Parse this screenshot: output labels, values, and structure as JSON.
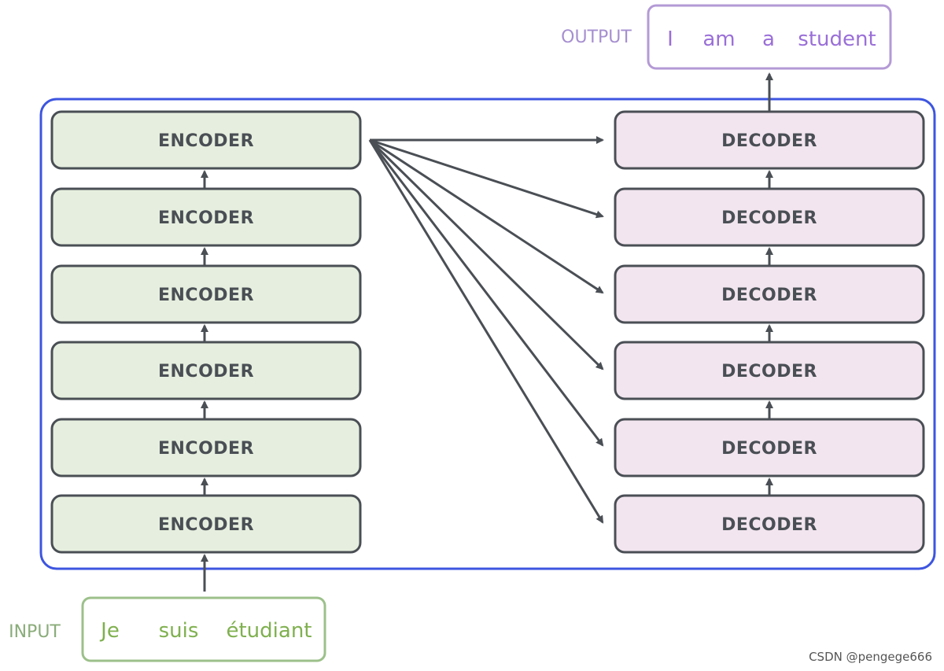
{
  "encoders": [
    "ENCODER",
    "ENCODER",
    "ENCODER",
    "ENCODER",
    "ENCODER",
    "ENCODER"
  ],
  "decoders": [
    "DECODER",
    "DECODER",
    "DECODER",
    "DECODER",
    "DECODER",
    "DECODER"
  ],
  "input": {
    "label": "INPUT",
    "tokens": [
      "Je",
      "suis",
      "étudiant"
    ]
  },
  "output": {
    "label": "OUTPUT",
    "tokens": [
      "I",
      "am",
      "a",
      "student"
    ]
  },
  "watermark": "CSDN @pengege666",
  "colors": {
    "container_border": "#3d55e0",
    "encoder_fill": "#e6efdf",
    "decoder_fill": "#f2e5ef",
    "block_border": "#4a4f55",
    "arrow": "#4a4f55",
    "input_border": "#9cc08a",
    "output_border": "#b49ad6",
    "input_text": "#7fb04f",
    "output_text": "#9a6fd8"
  }
}
